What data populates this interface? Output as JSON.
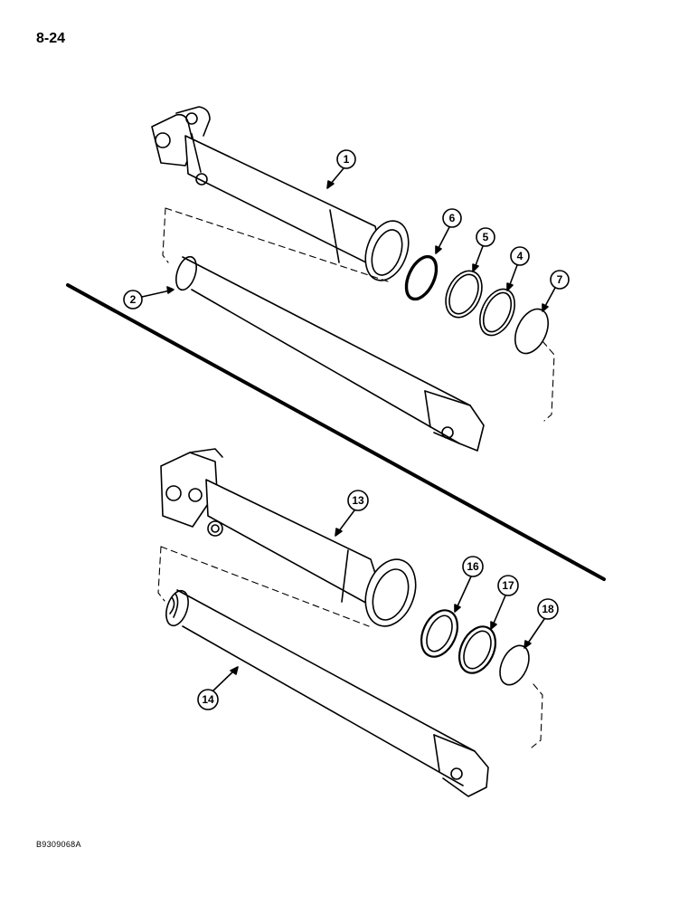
{
  "page": {
    "page_number": "8-24",
    "figure_code": "B9309068A"
  },
  "callouts": [
    {
      "id": "c1",
      "label": "1"
    },
    {
      "id": "c2",
      "label": "2"
    },
    {
      "id": "c4",
      "label": "4"
    },
    {
      "id": "c5",
      "label": "5"
    },
    {
      "id": "c6",
      "label": "6"
    },
    {
      "id": "c7",
      "label": "7"
    },
    {
      "id": "c13",
      "label": "13"
    },
    {
      "id": "c14",
      "label": "14"
    },
    {
      "id": "c16",
      "label": "16"
    },
    {
      "id": "c17",
      "label": "17"
    },
    {
      "id": "c18",
      "label": "18"
    }
  ]
}
